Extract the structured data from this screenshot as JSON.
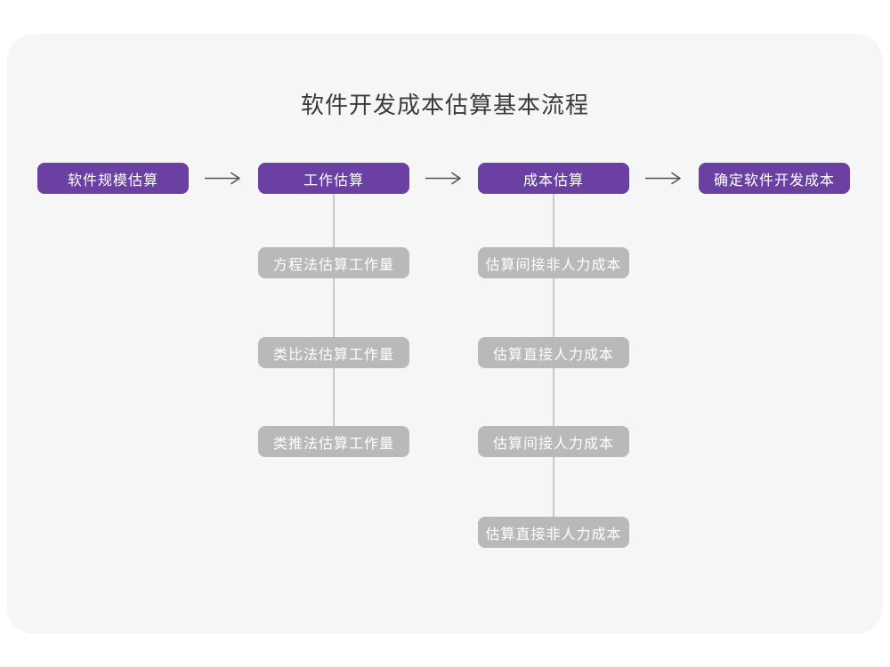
{
  "title": "软件开发成本估算基本流程",
  "colors": {
    "page_bg": "#ffffff",
    "card_bg": "#f6f6f6",
    "stage_box": "#6b40a3",
    "sub_box": "#b9b9b9",
    "box_text": "#ffffff",
    "arrow": "#555555",
    "connector": "#c9c9c9",
    "title_text": "#3b3b3b"
  },
  "flow": {
    "stages": [
      {
        "label": "软件规模估算",
        "children": []
      },
      {
        "label": "工作估算",
        "children": [
          "方程法估算工作量",
          "类比法估算工作量",
          "类推法估算工作量"
        ]
      },
      {
        "label": "成本估算",
        "children": [
          "估算间接非人力成本",
          "估算直接人力成本",
          "估算间接人力成本",
          "估算直接非人力成本"
        ]
      },
      {
        "label": "确定软件开发成本",
        "children": []
      }
    ],
    "arrow_glyph": "→"
  }
}
